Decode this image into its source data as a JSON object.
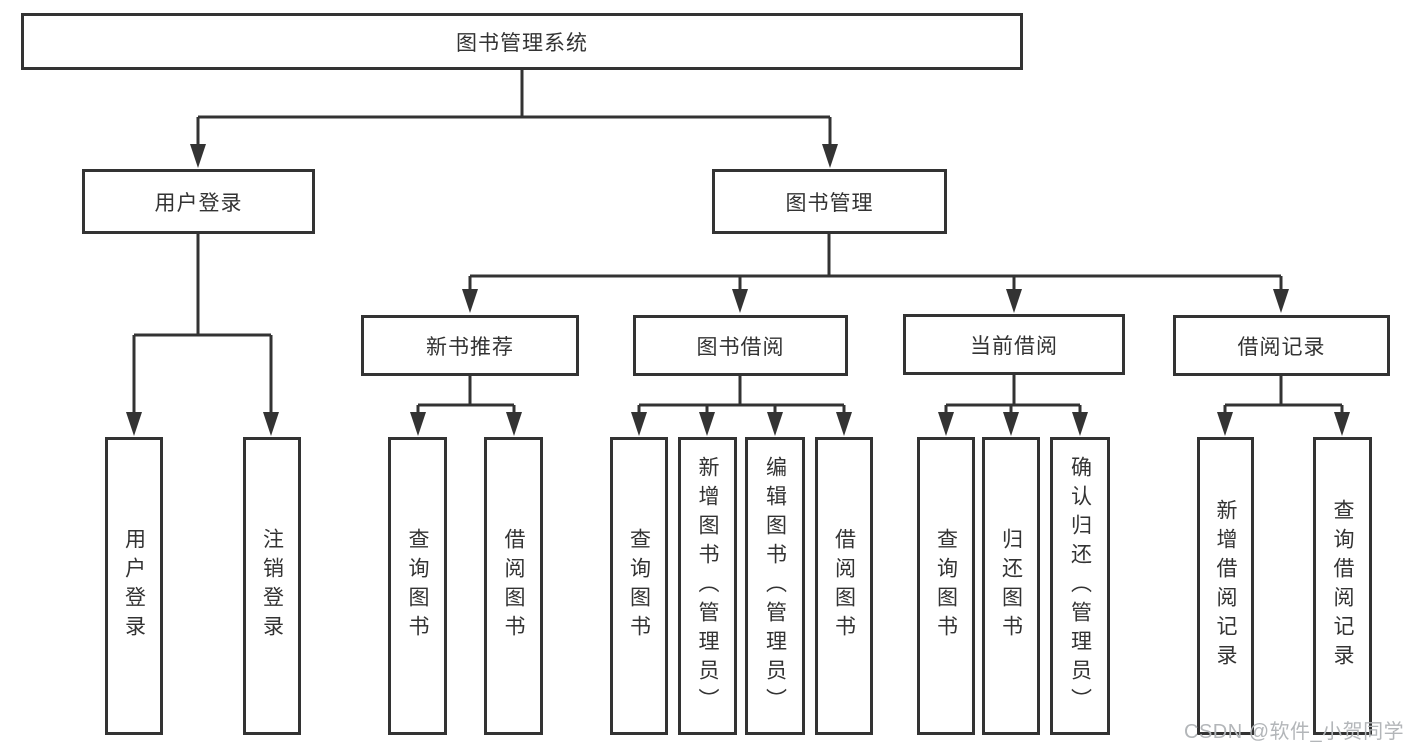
{
  "diagram_title": "图书管理系统",
  "tree": {
    "label": "图书管理系统",
    "children": [
      {
        "label": "用户登录",
        "children": [
          {
            "label": "用户登录"
          },
          {
            "label": "注销登录"
          }
        ]
      },
      {
        "label": "图书管理",
        "children": [
          {
            "label": "新书推荐",
            "children": [
              {
                "label": "查询图书"
              },
              {
                "label": "借阅图书"
              }
            ]
          },
          {
            "label": "图书借阅",
            "children": [
              {
                "label": "查询图书"
              },
              {
                "label": "新增图书（管理员）"
              },
              {
                "label": "编辑图书（管理员）"
              },
              {
                "label": "借阅图书"
              }
            ]
          },
          {
            "label": "当前借阅",
            "children": [
              {
                "label": "查询图书"
              },
              {
                "label": "归还图书"
              },
              {
                "label": "确认归还（管理员）"
              }
            ]
          },
          {
            "label": "借阅记录",
            "children": [
              {
                "label": "新增借阅记录"
              },
              {
                "label": "查询借阅记录"
              }
            ]
          }
        ]
      }
    ]
  },
  "watermark": "CSDN @软件_小贺同学",
  "colors": {
    "line": "#333333",
    "box_border": "#333333",
    "text": "#333333",
    "watermark": "#b3b6b9",
    "background": "#ffffff"
  }
}
